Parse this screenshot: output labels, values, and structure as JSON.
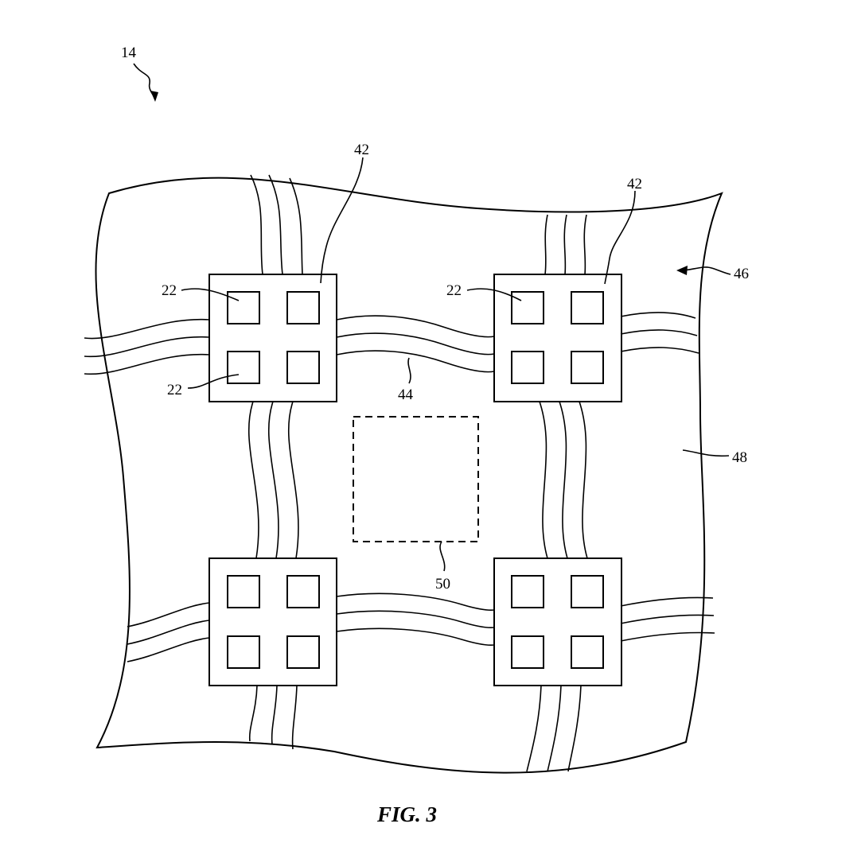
{
  "figure": {
    "caption": "FIG. 3",
    "labels": {
      "device": "14",
      "island_a": "42",
      "island_b": "42",
      "substrate": "46",
      "interconnect": "44",
      "region": "48",
      "gap": "50",
      "element_a": "22",
      "element_b": "22",
      "element_c": "22"
    }
  }
}
